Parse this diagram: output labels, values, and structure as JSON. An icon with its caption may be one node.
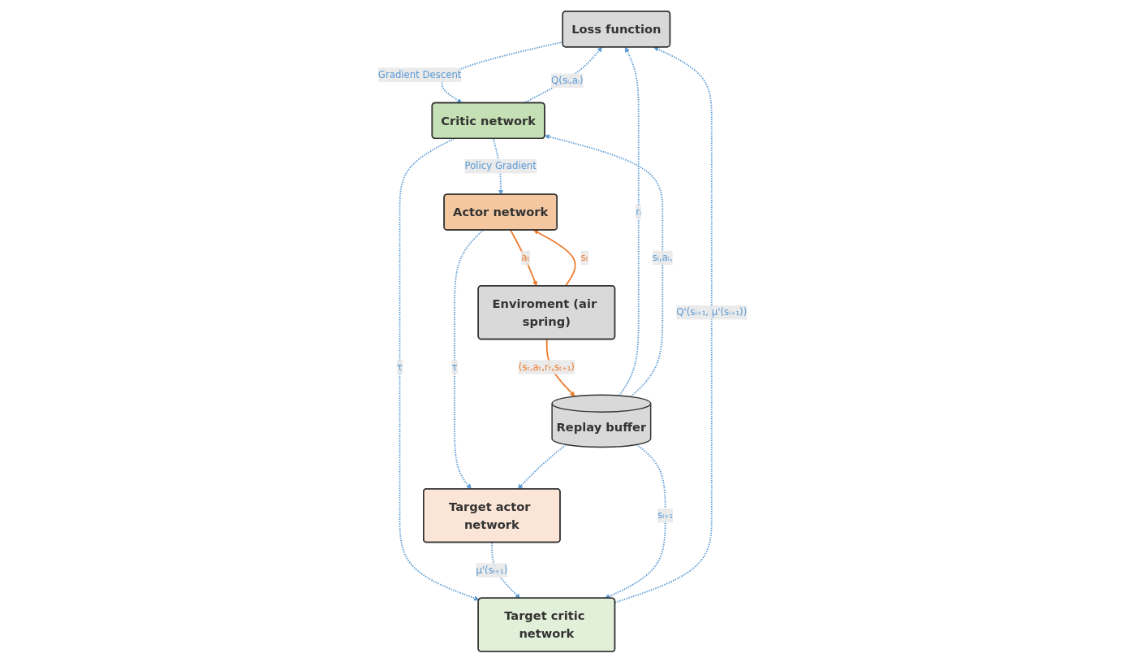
{
  "diagram": {
    "nodes": [
      {
        "text": [
          "Loss function"
        ]
      },
      {
        "text": [
          "Critic network"
        ]
      },
      {
        "text": [
          "Target critic network"
        ]
      },
      {
        "text": [
          "Enviroment (air spring)"
        ]
      },
      {
        "text": [
          "Actor network"
        ]
      },
      {
        "text": [
          "Target actor network"
        ]
      },
      {
        "text": [
          "Replay buffer"
        ]
      }
    ],
    "edges": [
      {
        "from": 1,
        "to": 0,
        "arrow": "to",
        "label": "Q(sᵢ,aᵢ)",
        "style": "dashed"
      },
      {
        "from": 0,
        "to": 1,
        "arrow": "to",
        "label": "Gradient Descent",
        "style": "dashed"
      },
      {
        "from": 2,
        "to": 0,
        "arrow": "to",
        "label": "Q'(sᵢ₊₁, μ'(sᵢ₊₁))",
        "style": "dashed"
      },
      {
        "from": 1,
        "to": 2,
        "arrow": "to",
        "label": "τ",
        "style": "dashed"
      },
      {
        "from": 1,
        "to": 4,
        "arrow": "to",
        "label": "Policy Gradient",
        "style": "dashed"
      },
      {
        "from": 4,
        "to": 3,
        "arrow": "to",
        "label": "aₜ",
        "color": "#ed7d31"
      },
      {
        "from": 3,
        "to": 4,
        "arrow": "to",
        "label": "sₜ",
        "color": "#ed7d31"
      },
      {
        "from": 4,
        "to": 5,
        "arrow": "to",
        "label": "τ",
        "style": "dashed"
      },
      {
        "from": 5,
        "to": 2,
        "arrow": "to",
        "label": "μ'(sᵢ₊₁)",
        "style": "dashed"
      },
      {
        "from": 3,
        "to": 6,
        "arrow": "to",
        "label": "(sₜ,aₜ,rₜ,sₜ₊₁)",
        "color": "#ed7d31"
      },
      {
        "from": 6,
        "to": 2,
        "arrow": "to",
        "label": "sᵢ₊₁",
        "style": "dashed"
      },
      {
        "from": 6,
        "to": 5,
        "arrow": "to",
        "style": "dashed"
      },
      {
        "from": 6,
        "to": 0,
        "arrow": "to",
        "label": "rᵢ",
        "style": "dashed"
      },
      {
        "from": 6,
        "to": 1,
        "arrow": "to",
        "label": "sᵢ,aᵢ,",
        "style": "dashed"
      }
    ]
  }
}
